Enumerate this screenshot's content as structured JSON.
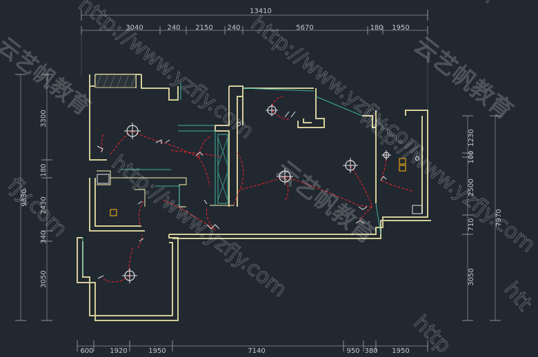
{
  "dimensions": {
    "top_total": "13410",
    "top_segments": [
      "3040",
      "240",
      "2150",
      "240",
      "5670",
      "180",
      "1950"
    ],
    "bottom_segments": [
      "600",
      "1920",
      "1950",
      "7140",
      "950",
      "380",
      "1950"
    ],
    "left_total": "9830",
    "left_segments": [
      "3300",
      "180",
      "2430",
      "340",
      "3050"
    ],
    "right_total": "7970",
    "right_segments": [
      "1230",
      "100",
      "2500",
      "710",
      "3050"
    ]
  },
  "watermarks": {
    "url": "http://www.yzfjy.com",
    "brand": "云艺帆教育",
    "fragments": [
      "yzfj",
      "fjy.com",
      "http",
      "htt"
    ]
  },
  "colors": {
    "background": "#212830",
    "wall": "#d6cf9a",
    "wire": "#e0242c",
    "door": "#3fb3a0",
    "outlet": "#e8a317"
  }
}
